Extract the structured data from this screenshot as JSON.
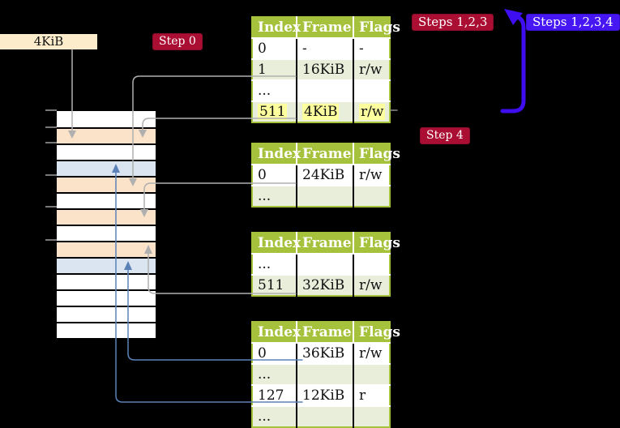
{
  "labels": {
    "cr3_frame": "4KiB",
    "step0": "Step 0",
    "steps123": "Steps 1,2,3",
    "steps1234": "Steps 1,2,3,4",
    "step4": "Step 4"
  },
  "memory_column": {
    "frames": [
      "white",
      "peach",
      "white",
      "blue",
      "peach",
      "white",
      "peach",
      "white",
      "peach",
      "blue",
      "white",
      "white",
      "white",
      "white"
    ]
  },
  "tables": [
    {
      "headers": [
        "Index",
        "Frame",
        "Flags"
      ],
      "rows": [
        [
          "0",
          "-",
          "-"
        ],
        [
          "1",
          "16KiB",
          "r/w"
        ],
        [
          "...",
          "",
          ""
        ],
        [
          "511",
          "4KiB",
          "r/w"
        ]
      ]
    },
    {
      "headers": [
        "Index",
        "Frame",
        "Flags"
      ],
      "rows": [
        [
          "0",
          "24KiB",
          "r/w"
        ],
        [
          "...",
          "",
          ""
        ]
      ]
    },
    {
      "headers": [
        "Index",
        "Frame",
        "Flags"
      ],
      "rows": [
        [
          "...",
          "",
          ""
        ],
        [
          "511",
          "32KiB",
          "r/w"
        ]
      ]
    },
    {
      "headers": [
        "Index",
        "Frame",
        "Flags"
      ],
      "rows": [
        [
          "0",
          "36KiB",
          "r/w"
        ],
        [
          "...",
          "",
          ""
        ],
        [
          "127",
          "12KiB",
          "r"
        ],
        [
          "...",
          "",
          ""
        ]
      ]
    }
  ],
  "colors": {
    "background": "#000000",
    "table_header_green": "#a6c23c",
    "table_row_green": "#e9eedb",
    "frame_peach": "#fbe3c9",
    "frame_blue": "#dbe5f1",
    "highlight_yellow": "#fdff9e",
    "badge_red": "#ab0e33",
    "badge_blue": "#4617f2",
    "loop_arrow_blue": "#3e0ef0",
    "connector_gray": "#b0b0b0",
    "connector_steelblue": "#5b82b8",
    "frame_label_bg": "#fceccb"
  }
}
